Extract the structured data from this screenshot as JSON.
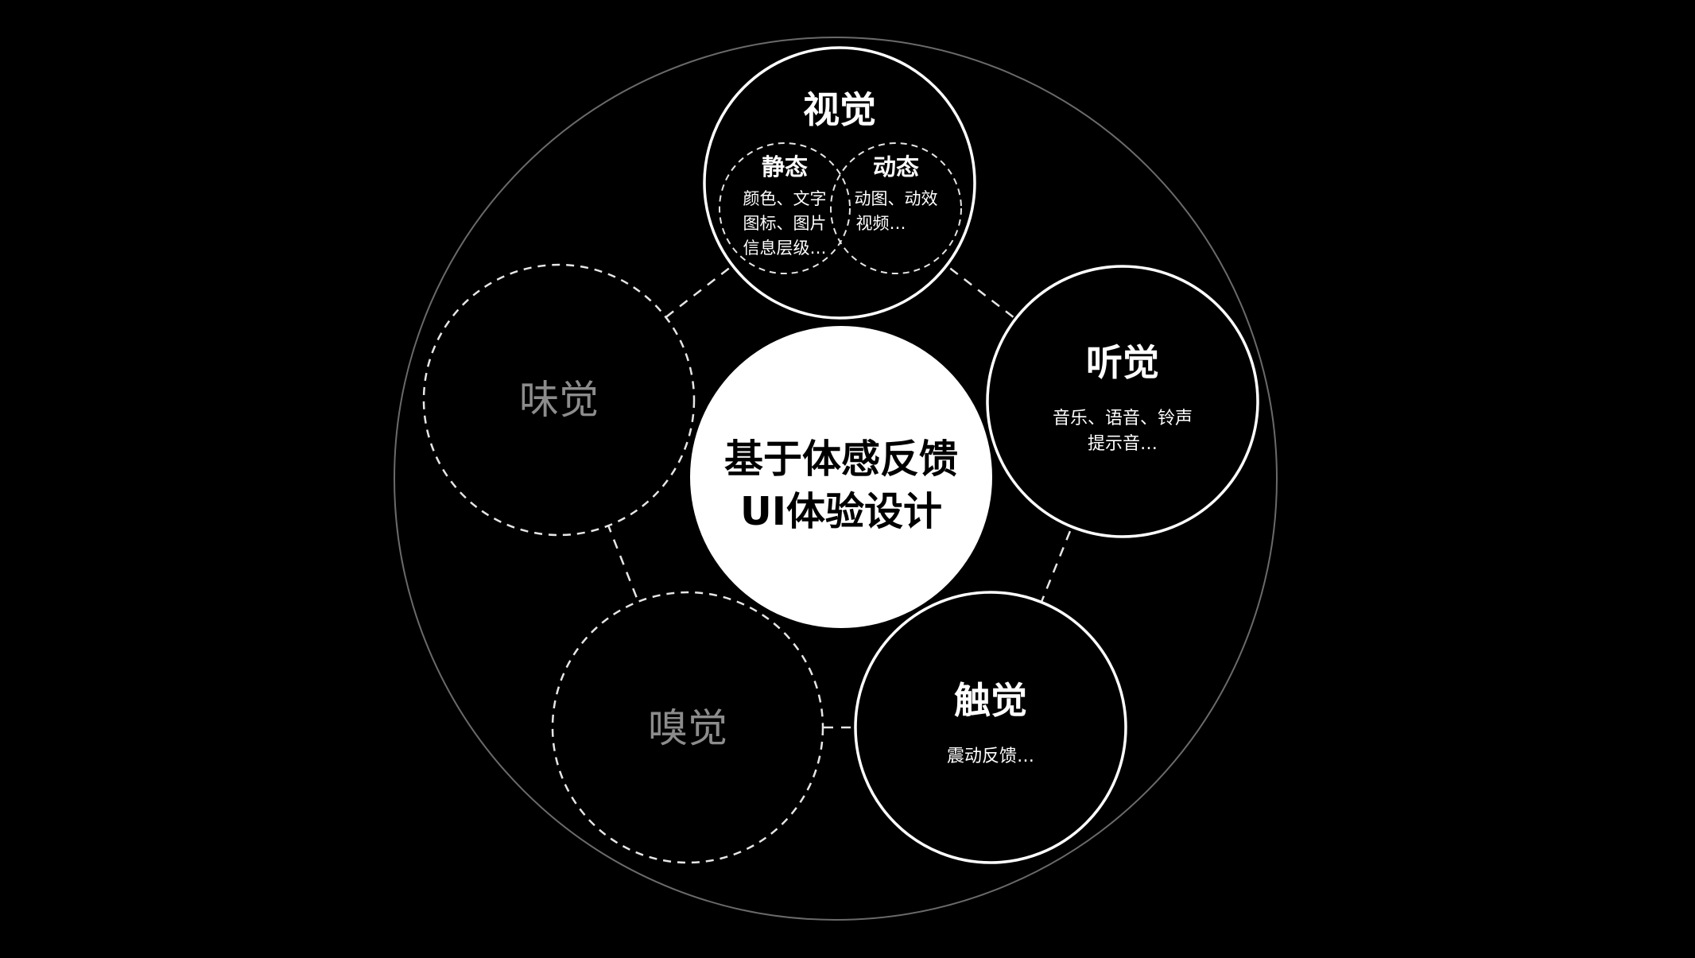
{
  "colors": {
    "background": "#000000",
    "outer_ring": "#6a6a6a",
    "solid_stroke": "#ffffff",
    "dashed_stroke": "#e6e6e6",
    "inactive_text": "#8c8c8c",
    "center_fill": "#ffffff",
    "center_text": "#000000"
  },
  "center": {
    "line1": "基于体感反馈",
    "line2": "UI体验设计"
  },
  "senses": {
    "vision": {
      "title": "视觉",
      "static": {
        "title": "静态",
        "line1": "颜色、文字",
        "line2": "图标、图片",
        "line3": "信息层级…"
      },
      "dynamic": {
        "title": "动态",
        "line1": "动图、动效",
        "line2": "视频…"
      }
    },
    "hearing": {
      "title": "听觉",
      "line1": "音乐、语音、铃声",
      "line2": "提示音…"
    },
    "touch": {
      "title": "触觉",
      "line1": "震动反馈…"
    },
    "smell": {
      "title": "嗅觉"
    },
    "taste": {
      "title": "味觉"
    }
  }
}
